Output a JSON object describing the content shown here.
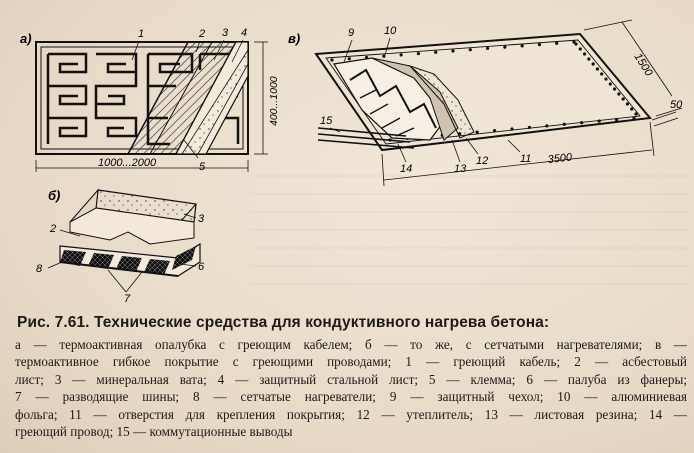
{
  "figure": {
    "panel_a": {
      "label": "а)",
      "callouts": [
        "1",
        "2",
        "3",
        "4",
        "5"
      ],
      "dim_width": "1000...2000",
      "dim_height": "400...1000"
    },
    "panel_b": {
      "label": "б)",
      "callouts": [
        "2",
        "3",
        "8",
        "6",
        "7"
      ]
    },
    "panel_v": {
      "label": "в)",
      "callouts": [
        "9",
        "10",
        "15",
        "14",
        "13",
        "12",
        "11"
      ],
      "dim_length": "3500",
      "dim_width": "1500",
      "dim_thickness": "50"
    }
  },
  "caption": {
    "title": "Рис. 7.61. Технические средства для кондуктивного нагрева бетона:",
    "lines": [
      "а — термоактивная опалубка с греющим кабелем; б — то же, с сетчатыми нагревателями; в —",
      "термоактивное гибкое покрытие с греющими проводами; 1 — греющий кабель; 2 — асбестовый",
      "лист; 3 — минеральная вата; 4 — защитный стальной лист; 5 — клемма; 6 — палуба из фанеры;",
      "7 — разводящие шины; 8 — сетчатые нагреватели; 9 — защитный чехол; 10 — алюминиевая",
      "фольга; 11 — отверстия для крепления покрытия; 12 — утеплитель; 13 — листовая резина; 14 —",
      "греющий провод; 15 — коммутационные выводы"
    ]
  }
}
